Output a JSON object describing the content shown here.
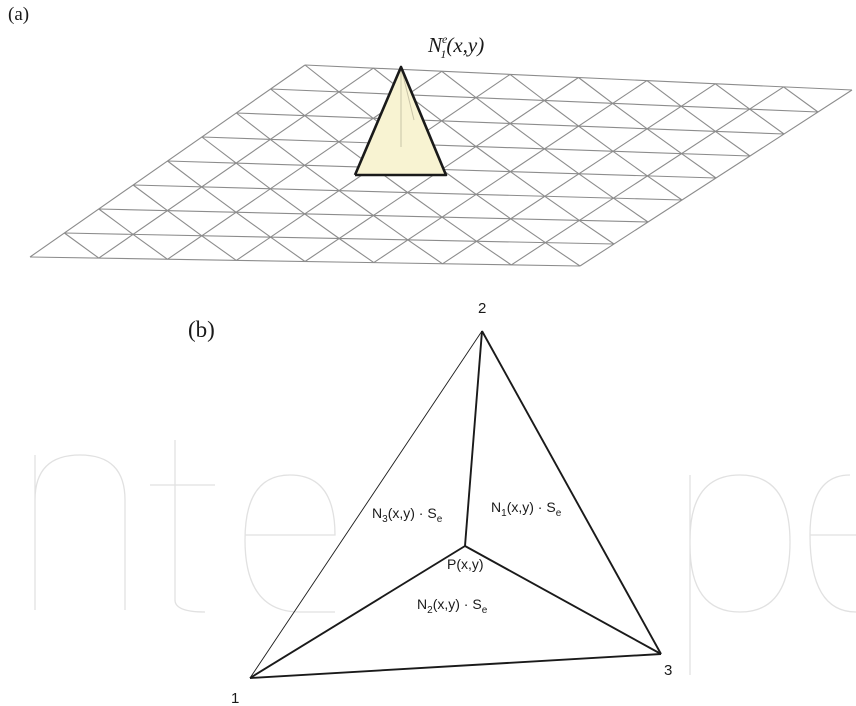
{
  "panel_a": {
    "label": "(a)",
    "shape_function_base": "N",
    "shape_function_sup": "e",
    "shape_function_sub": "1",
    "shape_function_args": "(x,y)"
  },
  "panel_b": {
    "label": "(b)",
    "vertex_1": "1",
    "vertex_2": "2",
    "vertex_3": "3",
    "point_label": "P(x,y)",
    "area_n1": {
      "base": "N",
      "sub": "1",
      "rest": "(x,y) · S",
      "sub2": "e"
    },
    "area_n2": {
      "base": "N",
      "sub": "2",
      "rest": "(x,y) · S",
      "sub2": "e"
    },
    "area_n3": {
      "base": "N",
      "sub": "3",
      "rest": "(x,y) · S",
      "sub2": "e"
    }
  },
  "colors": {
    "grid_line": "#8c8c8c",
    "pyramid_fill": "#f8f3d2",
    "outline": "#1a1a1a",
    "watermark": "#c9c9c9"
  }
}
